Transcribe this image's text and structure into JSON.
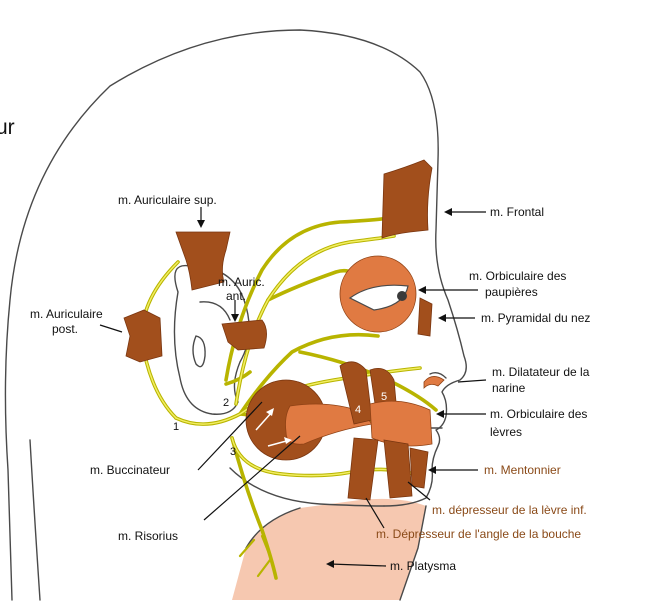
{
  "fragment": "ur",
  "labels": {
    "auriculaire_sup": "m. Auriculaire sup.",
    "frontal": "m. Frontal",
    "auric_ant_1": "m. Auric.",
    "auric_ant_2": "ant.",
    "orbic_paup_1": "m. Orbiculaire des",
    "orbic_paup_2": "paupières",
    "auriculaire_post_1": "m. Auriculaire",
    "auriculaire_post_2": "post.",
    "pyramidal": "m. Pyramidal du nez",
    "dilatateur_1": "m. Dilatateur de la",
    "dilatateur_2": "narine",
    "orbic_levres_1": "m. Orbiculaire des",
    "orbic_levres_2": "lèvres",
    "buccinateur": "m. Buccinateur",
    "mentonnier": "m. Mentonnier",
    "depresseur_levre": "m. dépresseur de la lèvre inf.",
    "risorius": "m. Risorius",
    "depresseur_angle": "m. Dépresseur de l'angle de la bouche",
    "platysma": "m. Platysma"
  },
  "numbers": {
    "n1": "1",
    "n2": "2",
    "n3": "3",
    "n4": "4",
    "n5": "5"
  },
  "colors": {
    "muscle_dark": "#a24f1c",
    "muscle_light": "#e07a42",
    "nerve": "#b8b400",
    "neck": "#f6c8b0",
    "label_brown": "#8a4a18"
  }
}
